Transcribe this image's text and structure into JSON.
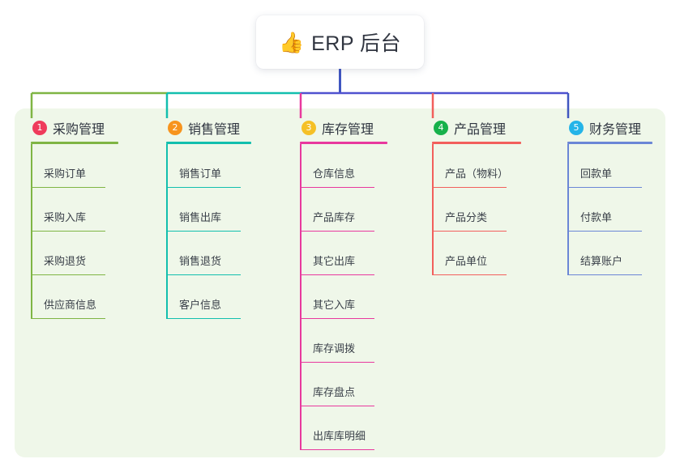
{
  "root": {
    "icon": "thumbs-up-icon",
    "emoji": "👍",
    "title": "ERP 后台"
  },
  "theme": {
    "panel_bg": "#eff7e9",
    "card_bg": "#ffffff",
    "text": "#2f3540",
    "root_stem": "#4056c0",
    "bus_segment_1": "#7fb544",
    "bus_segment_2": "#12bfae",
    "bus_segment_3": "#4f51cf",
    "bus_segment_4": "#4f51cf"
  },
  "columns": [
    {
      "number": "1",
      "title": "采购管理",
      "badge_color": "#ef3b5b",
      "line_color": "#7fb544",
      "drop_color": "#7fb544",
      "items": [
        "采购订单",
        "采购入库",
        "采购退货",
        "供应商信息"
      ]
    },
    {
      "number": "2",
      "title": "销售管理",
      "badge_color": "#f7941e",
      "line_color": "#12bfae",
      "drop_color": "#12bfae",
      "items": [
        "销售订单",
        "销售出库",
        "销售退货",
        "客户信息"
      ]
    },
    {
      "number": "3",
      "title": "库存管理",
      "badge_color": "#f5c026",
      "line_color": "#e8399e",
      "drop_color": "#e8399e",
      "items": [
        "仓库信息",
        "产品库存",
        "其它出库",
        "其它入库",
        "库存调拨",
        "库存盘点",
        "出库库明细"
      ]
    },
    {
      "number": "4",
      "title": "产品管理",
      "badge_color": "#17b14b",
      "line_color": "#f25f5c",
      "drop_color": "#f25f5c",
      "items": [
        "产品（物料）",
        "产品分类",
        "产品单位"
      ]
    },
    {
      "number": "5",
      "title": "财务管理",
      "badge_color": "#25b4e8",
      "line_color": "#6b86d6",
      "drop_color": "#4056c0",
      "items": [
        "回款单",
        "付款单",
        "结算账户"
      ]
    }
  ]
}
